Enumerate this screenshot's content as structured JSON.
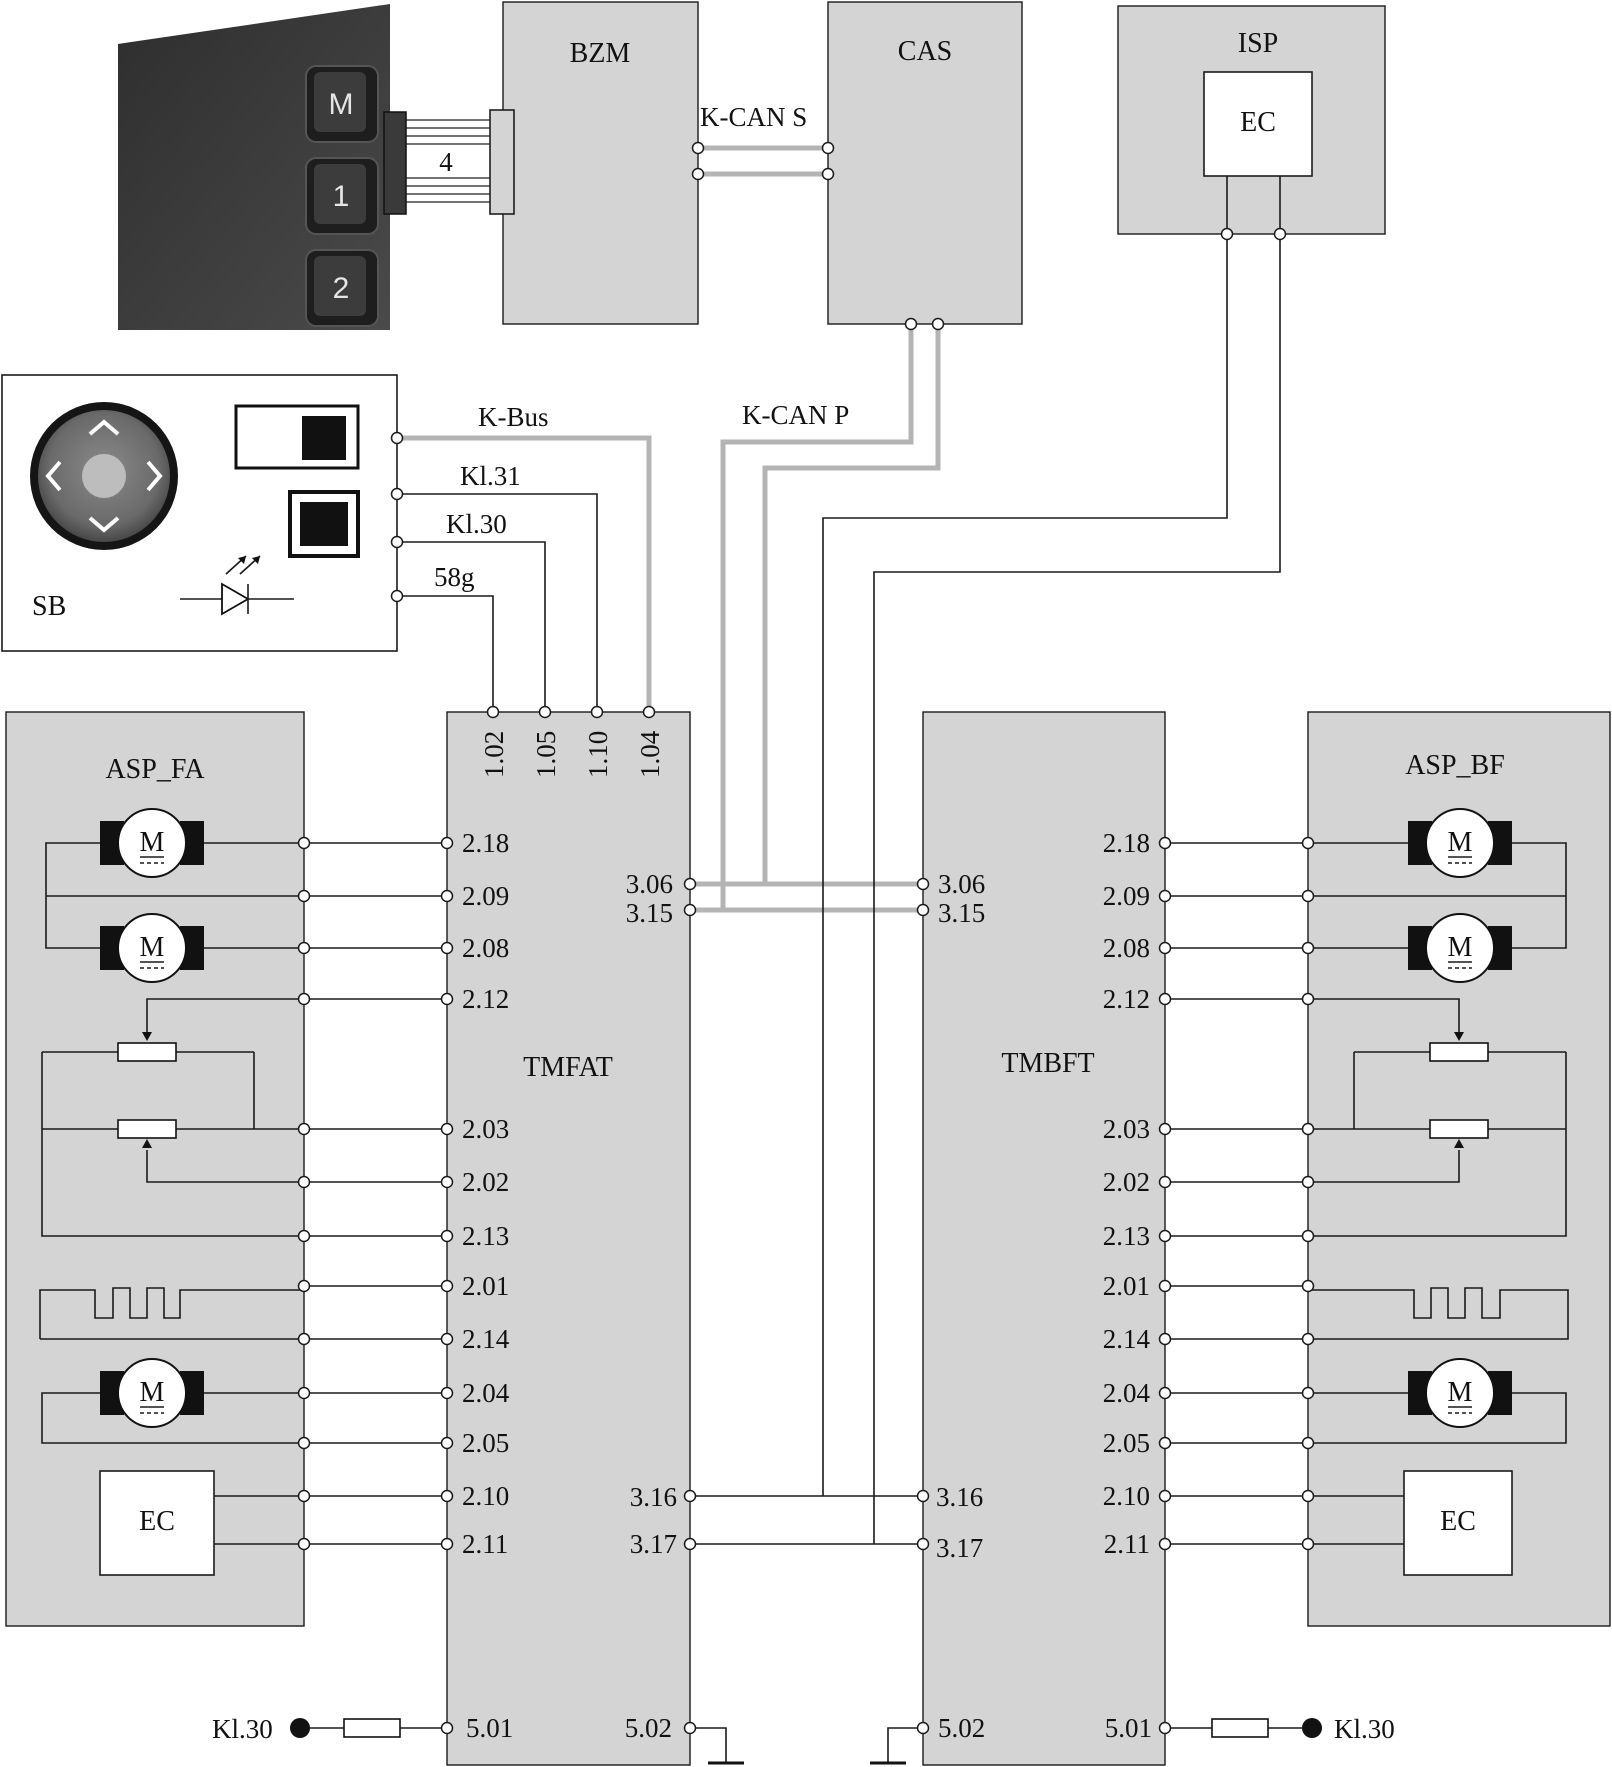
{
  "modules": {
    "bzm": "BZM",
    "cas": "CAS",
    "isp": "ISP",
    "isp_ec": "EC",
    "sb": "SB",
    "tmfat": "TMFAT",
    "tmbft": "TMBFT",
    "asp_fa": "ASP_FA",
    "asp_bf": "ASP_BF",
    "asp_fa_ec": "EC",
    "asp_bf_ec": "EC"
  },
  "buses": {
    "k_can_s": "K-CAN S",
    "k_can_p": "K-CAN P",
    "k_bus": "K-Bus",
    "kl31": "Kl.31",
    "kl30": "Kl.30",
    "g58": "58g",
    "ribbon_count": "4"
  },
  "memory_buttons": [
    "M",
    "1",
    "2"
  ],
  "motor_symbol": "M",
  "tmfat_top_pins": [
    "1.02",
    "1.05",
    "1.10",
    "1.04"
  ],
  "seat_pins": [
    "2.18",
    "2.09",
    "2.08",
    "2.12",
    "2.03",
    "2.02",
    "2.13",
    "2.01",
    "2.14",
    "2.04",
    "2.05",
    "2.10",
    "2.11"
  ],
  "can_pins": [
    "3.06",
    "3.15"
  ],
  "lin_pins": [
    "3.16",
    "3.17"
  ],
  "power": {
    "pin_supply": "5.01",
    "pin_ground": "5.02",
    "supply_label": "Kl.30"
  }
}
